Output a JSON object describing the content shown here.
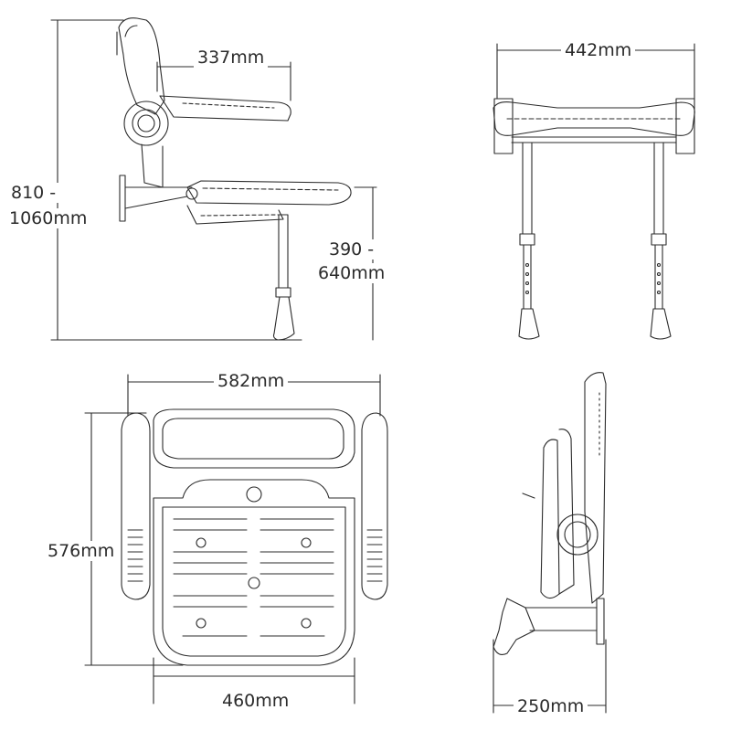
{
  "dimensions": {
    "arm_length": "337mm",
    "total_height_line1": "810 -",
    "total_height_line2": "1060mm",
    "seat_height_line1": "390 -",
    "seat_height_line2": "640mm",
    "front_width": "442mm",
    "seat_width": "582mm",
    "seat_depth": "576mm",
    "seat_inner_width": "460mm",
    "folded_depth": "250mm"
  },
  "colors": {
    "line": "#2b2b2b",
    "seat_fill": "#ffffff"
  }
}
